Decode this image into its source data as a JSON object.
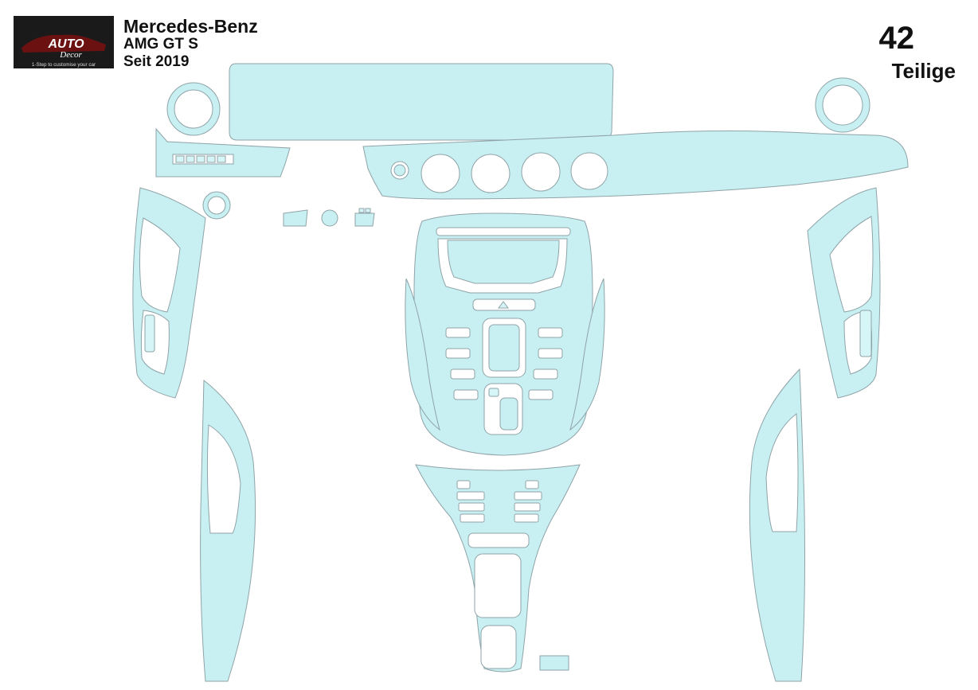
{
  "header": {
    "brand": "Mercedes-Benz",
    "model": "AMG GT S",
    "since": "Seit 2019",
    "count": "42",
    "parts_label": "Teilige"
  },
  "logo": {
    "word1": "AUTO",
    "word2": "Decor",
    "tagline": "1-Step to customise your car",
    "background": "#1a1a1a",
    "accent": "#c21d1d"
  },
  "colors": {
    "part_fill": "#c8f0f2",
    "part_stroke": "#8fa3a8"
  }
}
